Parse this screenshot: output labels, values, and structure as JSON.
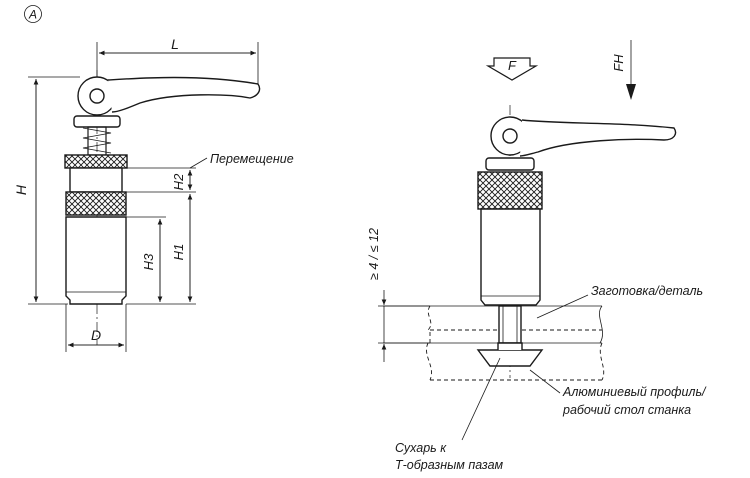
{
  "view_marker": "A",
  "dims": {
    "L": "L",
    "H": "H",
    "H1": "H1",
    "H2": "H2",
    "H3": "H3",
    "D": "D",
    "clamp_range": "≥ 4 / ≤ 12"
  },
  "forces": {
    "F": "F",
    "FH": "FH"
  },
  "callouts": {
    "displacement": "Перемещение",
    "workpiece": "Заготовка/деталь",
    "profile_line1": "Алюминиевый профиль/",
    "profile_line2": "рабочий стол станка",
    "slot_nut_line1": "Сухарь к",
    "slot_nut_line2": "Т-образным пазам"
  },
  "colors": {
    "line": "#1a1a1a",
    "background": "#ffffff"
  }
}
